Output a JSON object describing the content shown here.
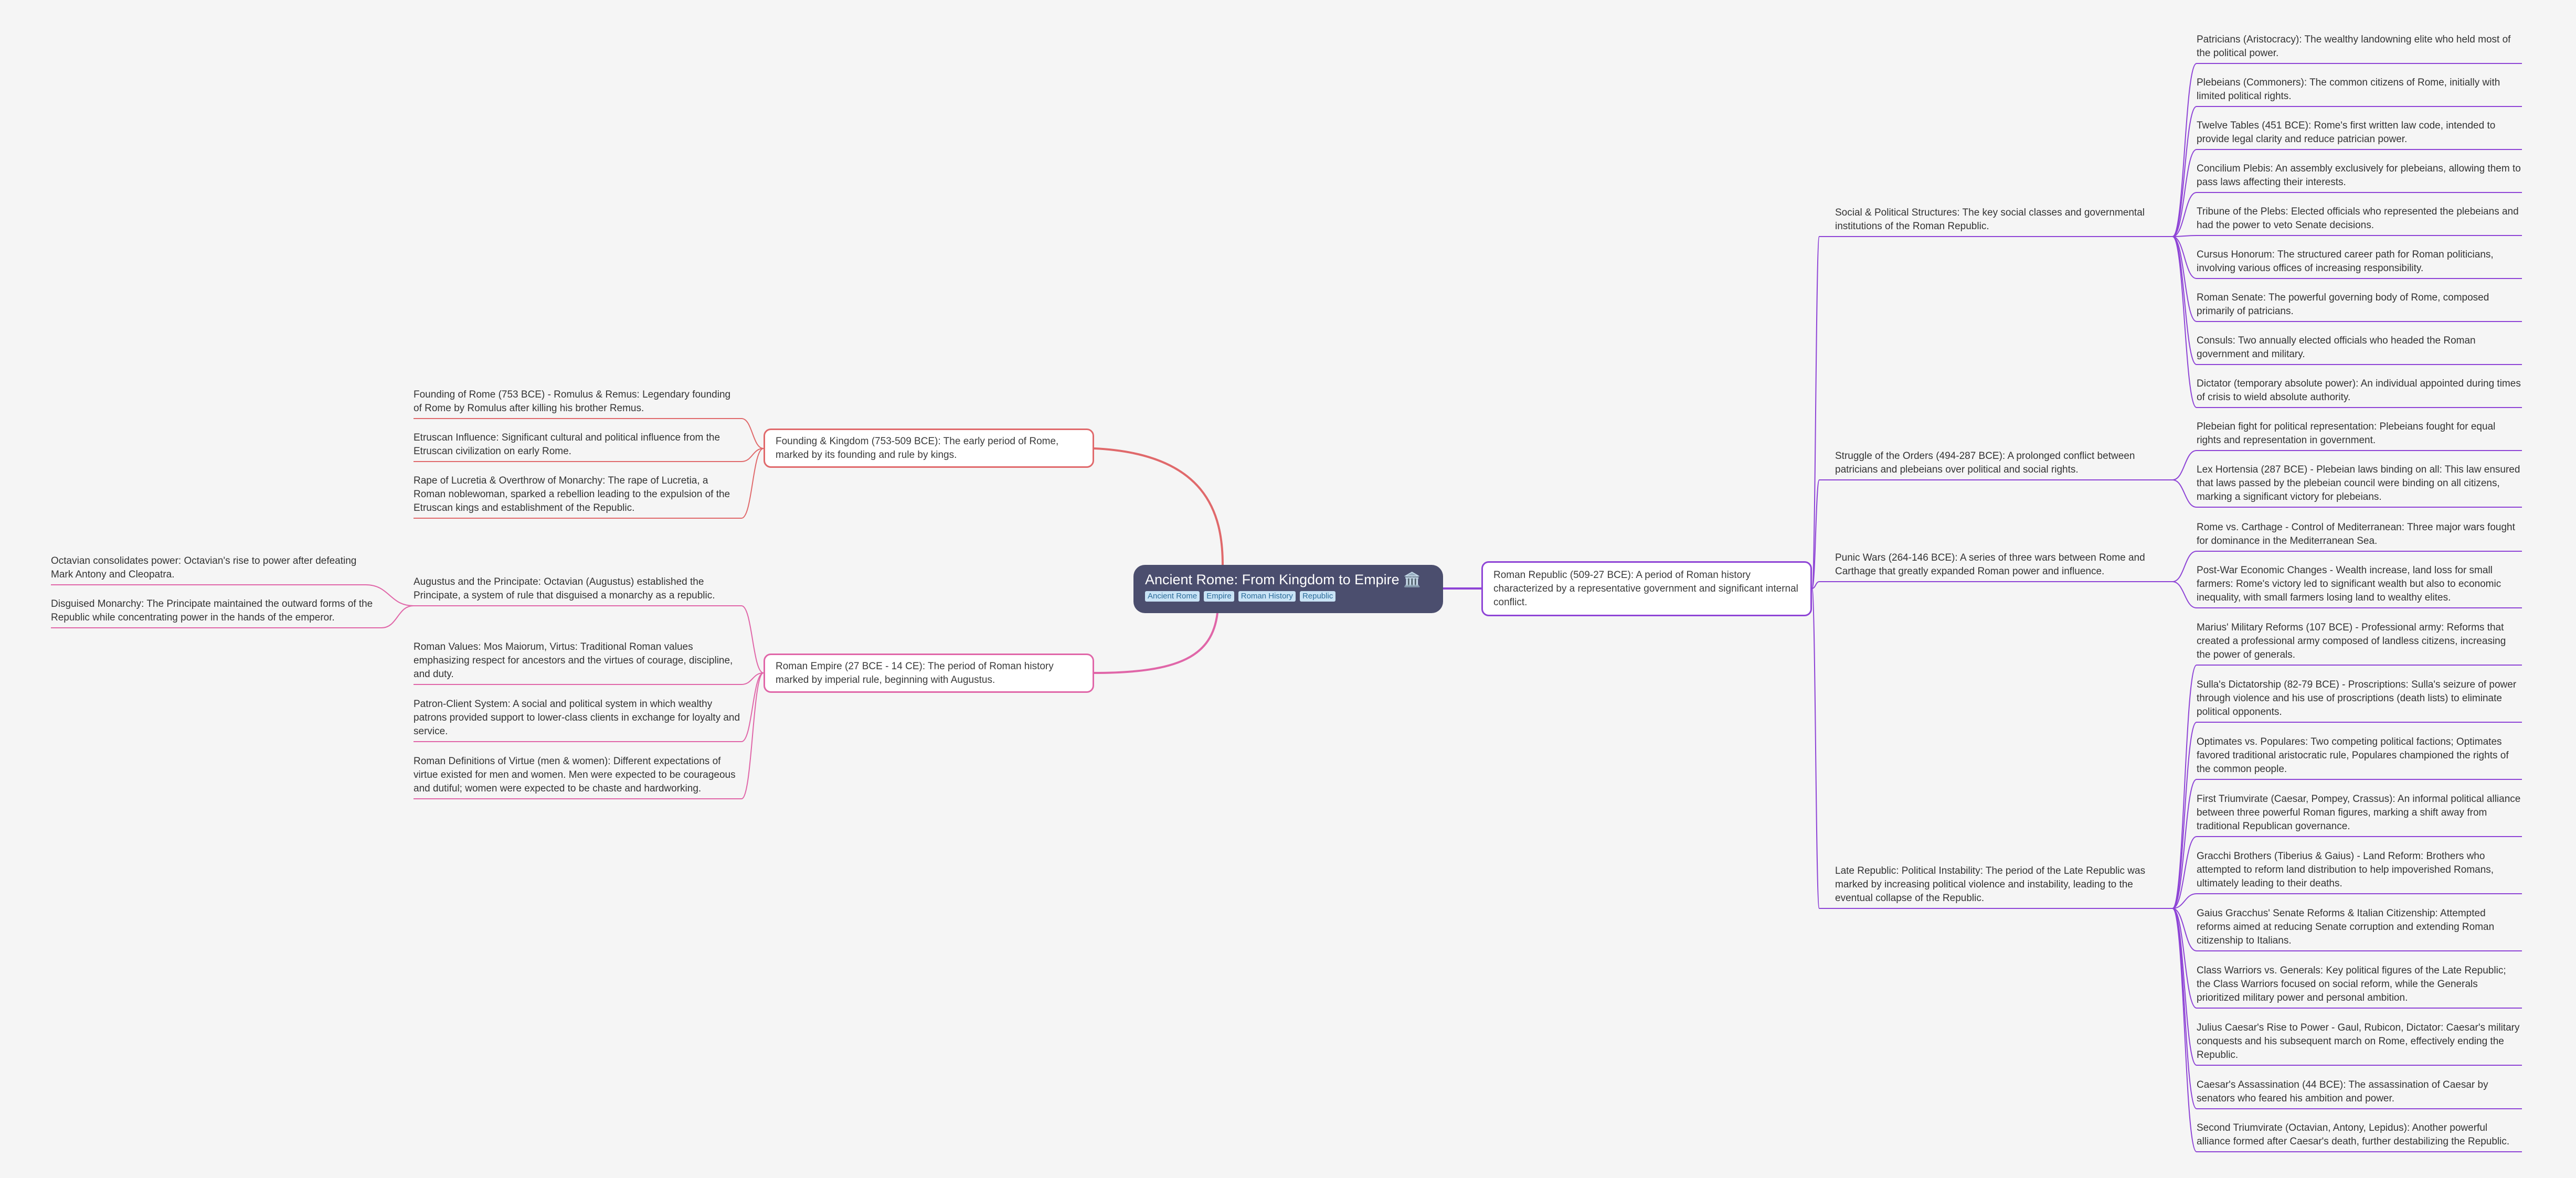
{
  "root": {
    "title": "Ancient Rome: From Kingdom to Empire 🏛️",
    "tags": [
      "Ancient Rome",
      "Empire",
      "Roman History",
      "Republic"
    ]
  },
  "colors": {
    "founding": "#e0696b",
    "empire": "#e066a8",
    "republic": "#8e44d6",
    "root_bg": "#4b4e6e",
    "background": "#f5f5f5"
  },
  "branches": {
    "founding": {
      "label": "Founding & Kingdom (753-509 BCE): The early period of Rome, marked by its founding and rule by kings.",
      "children": [
        "Founding of Rome (753 BCE) - Romulus & Remus: Legendary founding of Rome by Romulus after killing his brother Remus.",
        "Etruscan Influence: Significant cultural and political influence from the Etruscan civilization on early Rome.",
        "Rape of Lucretia & Overthrow of Monarchy: The rape of Lucretia, a Roman noblewoman, sparked a rebellion leading to the expulsion of the Etruscan kings and establishment of the Republic."
      ]
    },
    "empire": {
      "label": "Roman Empire (27 BCE - 14 CE): The period of Roman history marked by imperial rule, beginning with Augustus.",
      "children": [
        "Augustus and the Principate: Octavian (Augustus) established the Principate, a system of rule that disguised a monarchy as a republic.",
        "Roman Values: Mos Maiorum, Virtus: Traditional Roman values emphasizing respect for ancestors and the virtues of courage, discipline, and duty.",
        "Patron-Client System: A social and political system in which wealthy patrons provided support to lower-class clients in exchange for loyalty and service.",
        "Roman Definitions of Virtue (men & women): Different expectations of virtue existed for men and women. Men were expected to be courageous and dutiful; women were expected to be chaste and hardworking."
      ],
      "augustus_children": [
        "Octavian consolidates power: Octavian's rise to power after defeating Mark Antony and Cleopatra.",
        "Disguised Monarchy: The Principate maintained the outward forms of the Republic while concentrating power in the hands of the emperor."
      ]
    },
    "republic": {
      "label": "Roman Republic (509-27 BCE): A period of Roman history characterized by a representative government and significant internal conflict.",
      "groups": {
        "social": {
          "label": "Social & Political Structures: The key social classes and governmental institutions of the Roman Republic.",
          "children": [
            "Patricians (Aristocracy): The wealthy landowning elite who held most of the political power.",
            "Plebeians (Commoners): The common citizens of Rome, initially with limited political rights.",
            "Twelve Tables (451 BCE): Rome's first written law code, intended to provide legal clarity and reduce patrician power.",
            "Concilium Plebis: An assembly exclusively for plebeians, allowing them to pass laws affecting their interests.",
            "Tribune of the Plebs: Elected officials who represented the plebeians and had the power to veto Senate decisions.",
            "Cursus Honorum: The structured career path for Roman politicians, involving various offices of increasing responsibility.",
            "Roman Senate: The powerful governing body of Rome, composed primarily of patricians.",
            "Consuls: Two annually elected officials who headed the Roman government and military.",
            "Dictator (temporary absolute power): An individual appointed during times of crisis to wield absolute authority."
          ]
        },
        "struggle": {
          "label": "Struggle of the Orders (494-287 BCE): A prolonged conflict between patricians and plebeians over political and social rights.",
          "children": [
            "Plebeian fight for political representation: Plebeians fought for equal rights and representation in government.",
            "Lex Hortensia (287 BCE) - Plebeian laws binding on all: This law ensured that laws passed by the plebeian council were binding on all citizens, marking a significant victory for plebeians."
          ]
        },
        "punic": {
          "label": "Punic Wars (264-146 BCE): A series of three wars between Rome and Carthage that greatly expanded Roman power and influence.",
          "children": [
            "Rome vs. Carthage - Control of Mediterranean: Three major wars fought for dominance in the Mediterranean Sea.",
            "Post-War Economic Changes - Wealth increase, land loss for small farmers: Rome's victory led to significant wealth but also to economic inequality, with small farmers losing land to wealthy elites."
          ]
        },
        "late": {
          "label": "Late Republic: Political Instability: The period of the Late Republic was marked by increasing political violence and instability, leading to the eventual collapse of the Republic.",
          "children": [
            "Marius' Military Reforms (107 BCE) - Professional army: Reforms that created a professional army composed of landless citizens, increasing the power of generals.",
            "Sulla's Dictatorship (82-79 BCE) - Proscriptions: Sulla's seizure of power through violence and his use of proscriptions (death lists) to eliminate political opponents.",
            "Optimates vs. Populares: Two competing political factions; Optimates favored traditional aristocratic rule, Populares championed the rights of the common people.",
            "First Triumvirate (Caesar, Pompey, Crassus): An informal political alliance between three powerful Roman figures, marking a shift away from traditional Republican governance.",
            "Gracchi Brothers (Tiberius & Gaius) - Land Reform: Brothers who attempted to reform land distribution to help impoverished Romans, ultimately leading to their deaths.",
            "Gaius Gracchus' Senate Reforms & Italian Citizenship: Attempted reforms aimed at reducing Senate corruption and extending Roman citizenship to Italians.",
            "Class Warriors vs. Generals: Key political figures of the Late Republic; the Class Warriors focused on social reform, while the Generals prioritized military power and personal ambition.",
            "Julius Caesar's Rise to Power - Gaul, Rubicon, Dictator: Caesar's military conquests and his subsequent march on Rome, effectively ending the Republic.",
            "Caesar's Assassination (44 BCE): The assassination of Caesar by senators who feared his ambition and power.",
            "Second Triumvirate (Octavian, Antony, Lepidus): Another powerful alliance formed after Caesar's death, further destabilizing the Republic."
          ]
        }
      }
    }
  }
}
